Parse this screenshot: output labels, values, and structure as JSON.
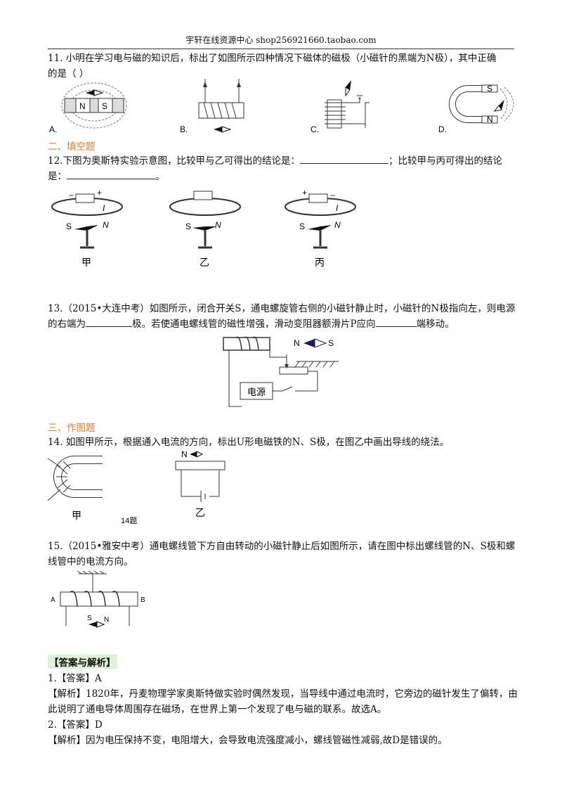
{
  "header": "宇轩在线资源中心   shop256921660.taobao.com",
  "q11": {
    "line1": "11.  小明在学习电与磁的知识后，标出了如图所示四种情况下磁体的磁极（小磁针的黑端为N极），其中正确",
    "line2": "的是（     ）",
    "options": [
      "A.",
      "B.",
      "C.",
      "D."
    ],
    "fig_labels": {
      "a_n": "N",
      "a_s": "S",
      "d_s": "S",
      "d_n": "N"
    }
  },
  "section2": "二、填空题",
  "q12": {
    "line1a": "12.下图为奥斯特实验示意图，比较甲与乙可得出的结论是：",
    "line1b": "；比较甲与丙可得出的结论",
    "line2a": "是：",
    "line2b": "。",
    "fig": [
      "甲",
      "乙",
      "丙"
    ],
    "pole_s": "S",
    "pole_n": "N",
    "current": "I",
    "minus": "−",
    "plus": "+"
  },
  "q13": {
    "line1": "13.（2015•大连中考）如图所示，闭合开关S，通电螺旋管右侧的小磁针静止时，小磁针的N极指向左，则电源",
    "line2a": "的右端为",
    "line2b": "极。若使通电螺线管的磁性增强，滑动变阻器额滑片P应向",
    "line2c": "端移动。",
    "power": "电源",
    "n": "N",
    "s": "S"
  },
  "section3": "三、作图题",
  "q14": {
    "line1": "14.  如图甲所示，根据通入电流的方向，标出U形电磁铁的N、S极，在图乙中画出导线的绕法。",
    "fig_a": "甲",
    "fig_b": "乙",
    "caption": "14题",
    "n": "N"
  },
  "q15": {
    "line1": "15.（2015•雅安中考）通电螺线管下方自由转动的小磁针静止后如图所示，请在图中标出螺线管的N、S极和螺",
    "line2": "线管中的电流方向。",
    "a": "A",
    "b": "B",
    "s": "S",
    "n": "N"
  },
  "answers": {
    "title": "【答案与解析】",
    "a1": "1.【答案】A",
    "a1_exp1": "【解析】1820年，丹麦物理学家奥斯特做实验时偶然发现，当导线中通过电流时，它旁边的磁针发生了偏转，由",
    "a1_exp2": "此说明了通电导体周围存在磁场，在世界上第一个发现了电与磁的联系。故选A。",
    "a2": "2.【答案】D",
    "a2_exp": "【解析】因为电压保持不变，电阻增大，会导致电流强度减小，螺线管磁性减弱,故D是错误的。"
  }
}
